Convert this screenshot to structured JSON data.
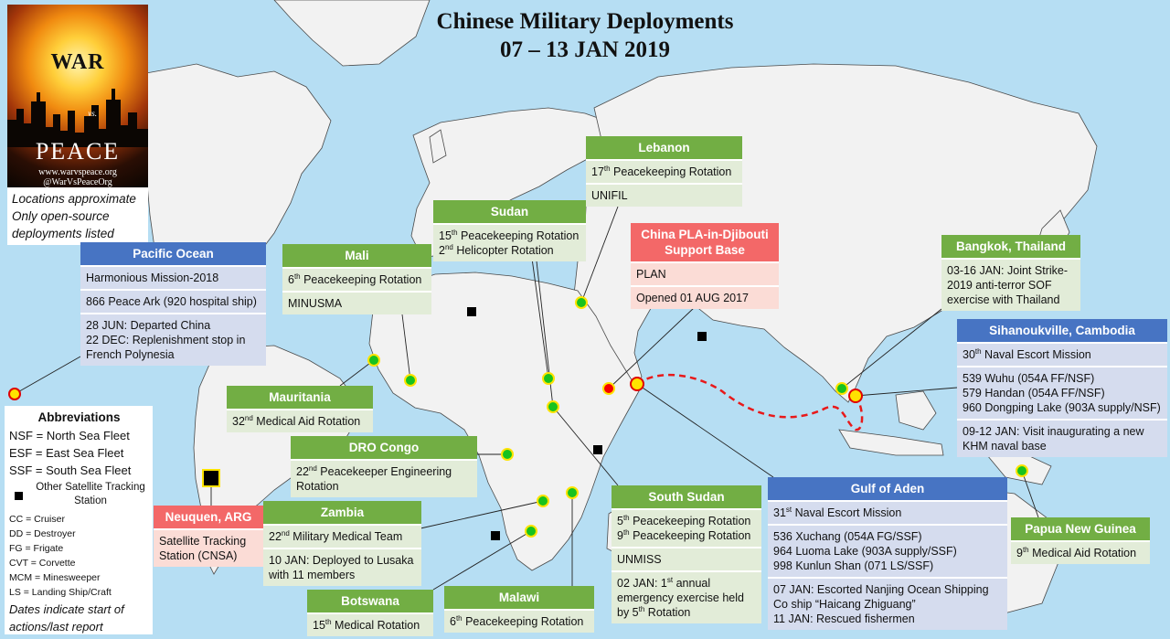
{
  "title": {
    "line1": "Chinese Military Deployments",
    "line2": "07 – 13 JAN 2019"
  },
  "logo": {
    "war": "WAR",
    "vs": "vs.",
    "peace": "PEACE",
    "url": "www.warvspeace.org",
    "handle": "@WarVsPeaceOrg"
  },
  "notes": {
    "line1": "Locations approximate",
    "line2": "Only open-source",
    "line3": "deployments listed"
  },
  "abbreviations": {
    "title": "Abbreviations",
    "nsf": "NSF = North Sea Fleet",
    "esf": "ESF = East Sea Fleet",
    "ssf": "SSF = South Sea Fleet",
    "satellite_station": "Other Satellite Tracking Station",
    "cc": "CC = Cruiser",
    "dd": "DD = Destroyer",
    "fg": "FG = Frigate",
    "cvt": "CVT = Corvette",
    "mcm": "MCM = Minesweeper",
    "ls": "LS = Landing Ship/Craft",
    "dates_note": "Dates indicate start of actions/last report"
  },
  "colors": {
    "ocean": "#b6def3",
    "land": "#f2f2f2",
    "green_header": "#72ae44",
    "blue_header": "#4774c3",
    "red_header": "#f36868",
    "marker_green": "#18c21e",
    "marker_yellow": "#ffe300",
    "marker_red": "#f50000",
    "route": "#e8191a"
  },
  "boxes": {
    "pacific": {
      "title": "Pacific Ocean",
      "r1": "Harmonious Mission-2018",
      "r2": "866 Peace Ark (920 hospital ship)",
      "r3a": "28 JUN: Departed China",
      "r3b": "22 DEC: Replenishment stop in French Polynesia"
    },
    "mali": {
      "title": "Mali",
      "r1_pre": "6",
      "r1_sup": "th",
      "r1_post": " Peacekeeping Rotation",
      "r2": "MINUSMA"
    },
    "sudan": {
      "title": "Sudan",
      "r1_pre": "15",
      "r1_sup": "th",
      "r1_post": " Peacekeeping Rotation",
      "r2_pre": "2",
      "r2_sup": "nd",
      "r2_post": " Helicopter Rotation"
    },
    "lebanon": {
      "title": "Lebanon",
      "r1_pre": "17",
      "r1_sup": "th",
      "r1_post": " Peacekeeping Rotation",
      "r2": "UNIFIL"
    },
    "djibouti": {
      "title": "China PLA-in-Djibouti Support Base",
      "r1": "PLAN",
      "r2": "Opened 01 AUG 2017"
    },
    "bangkok": {
      "title": "Bangkok, Thailand",
      "r1": "03-16 JAN: Joint Strike-2019 anti-terror SOF exercise with Thailand"
    },
    "sihanoukville": {
      "title": "Sihanoukville, Cambodia",
      "r1_pre": "30",
      "r1_sup": "th",
      "r1_post": " Naval Escort Mission",
      "r2a": "539 Wuhu (054A FF/NSF)",
      "r2b": "579 Handan (054A FF/NSF)",
      "r2c": "960 Dongping Lake (903A supply/NSF)",
      "r3": "09-12 JAN: Visit inaugurating a new KHM naval base"
    },
    "mauritania": {
      "title": "Mauritania",
      "r1_pre": "32",
      "r1_sup": "nd",
      "r1_post": " Medical Aid Rotation"
    },
    "drocongo": {
      "title": "DRO Congo",
      "r1_pre": "22",
      "r1_sup": "nd",
      "r1_post": " Peacekeeper Engineering Rotation"
    },
    "neuquen": {
      "title": "Neuquen, ARG",
      "r1": "Satellite Tracking Station (CNSA)"
    },
    "zambia": {
      "title": "Zambia",
      "r1_pre": "22",
      "r1_sup": "nd",
      "r1_post": " Military Medical Team",
      "r2": "10 JAN: Deployed to Lusaka with 11 members"
    },
    "botswana": {
      "title": "Botswana",
      "r1_pre": "15",
      "r1_sup": "th",
      "r1_post": " Medical Rotation"
    },
    "malawi": {
      "title": "Malawi",
      "r1_pre": "6",
      "r1_sup": "th",
      "r1_post": " Peacekeeping Rotation"
    },
    "southsudan": {
      "title": "South Sudan",
      "r1a_pre": "5",
      "r1a_sup": "th",
      "r1a_post": " Peacekeeping Rotation",
      "r1b_pre": "9",
      "r1b_sup": "th",
      "r1b_post": " Peacekeeping Rotation",
      "r2": "UNMISS",
      "r3_pre": "02 JAN: 1",
      "r3_sup": "st",
      "r3_mid": " annual emergency exercise held by 5",
      "r3_sup2": "th",
      "r3_post": " Rotation"
    },
    "aden": {
      "title": "Gulf of Aden",
      "r1_pre": "31",
      "r1_sup": "st",
      "r1_post": " Naval Escort Mission",
      "r2a": "536 Xuchang (054A FG/SSF)",
      "r2b": "964 Luoma Lake (903A supply/SSF)",
      "r2c": "998 Kunlun Shan (071 LS/SSF)",
      "r3a": "07 JAN: Escorted Nanjing Ocean Shipping Co ship “Haicang Zhiguang”",
      "r3b": "11 JAN: Rescued fishermen"
    },
    "papua": {
      "title": "Papua New Guinea",
      "r1_pre": "9",
      "r1_sup": "th",
      "r1_post": " Medical Aid Rotation"
    }
  }
}
